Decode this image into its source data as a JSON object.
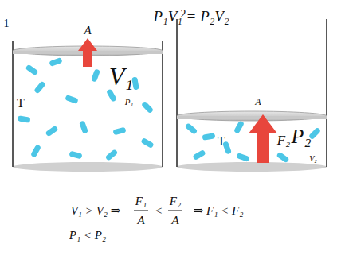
{
  "diagram": {
    "title": "P₁V₁ = P₂V₂",
    "labels": [
      "1",
      "A",
      "V₁",
      "T",
      "P₁",
      "2",
      "A",
      "F₂",
      "P₂",
      "T",
      "V₂",
      "V₁ > V₂ ⇒",
      "F₁",
      "A",
      "<",
      "F₂",
      "A",
      "⇒ F₁ < F₂",
      "P₁ < P₂"
    ]
  }
}
